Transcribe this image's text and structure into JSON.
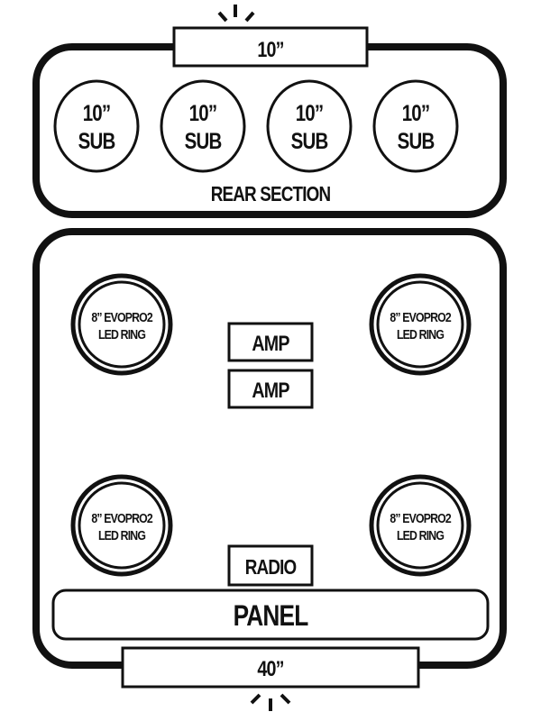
{
  "top_light": {
    "label": "10”"
  },
  "rear_section": {
    "title": "REAR SECTION",
    "subs": [
      {
        "size": "10”",
        "label": "SUB"
      },
      {
        "size": "10”",
        "label": "SUB"
      },
      {
        "size": "10”",
        "label": "SUB"
      },
      {
        "size": "10”",
        "label": "SUB"
      }
    ]
  },
  "main_section": {
    "speakers": [
      {
        "line1": "8” EVOPRO2",
        "line2": "LED RING"
      },
      {
        "line1": "8” EVOPRO2",
        "line2": "LED RING"
      },
      {
        "line1": "8” EVOPRO2",
        "line2": "LED RING"
      },
      {
        "line1": "8” EVOPRO2",
        "line2": "LED RING"
      }
    ],
    "amps": [
      "AMP",
      "AMP"
    ],
    "radio": "RADIO",
    "panel": "PANEL"
  },
  "bottom_light": {
    "label": "40”"
  },
  "colors": {
    "stroke": "#111111",
    "background": "#ffffff"
  }
}
